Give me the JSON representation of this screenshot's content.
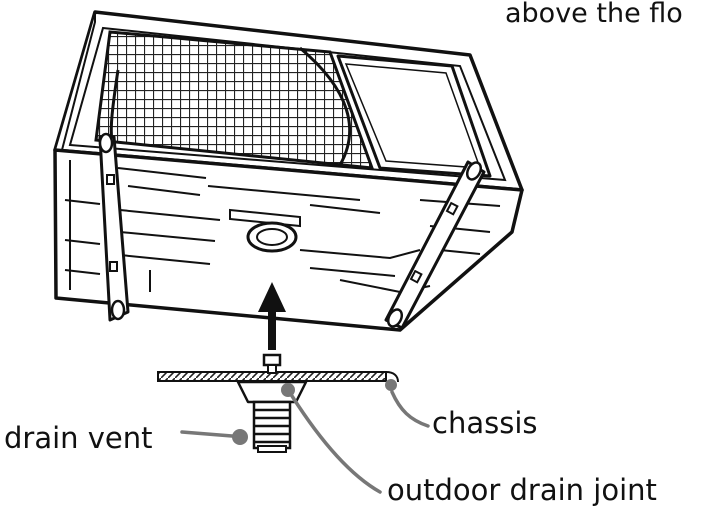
{
  "caption_top": "above the flo",
  "labels": {
    "drain_vent": "drain vent",
    "chassis": "chassis",
    "outdoor_drain_joint": "outdoor drain joint"
  },
  "colors": {
    "ink": "#111111",
    "leader": "#777777",
    "background": "#ffffff"
  }
}
